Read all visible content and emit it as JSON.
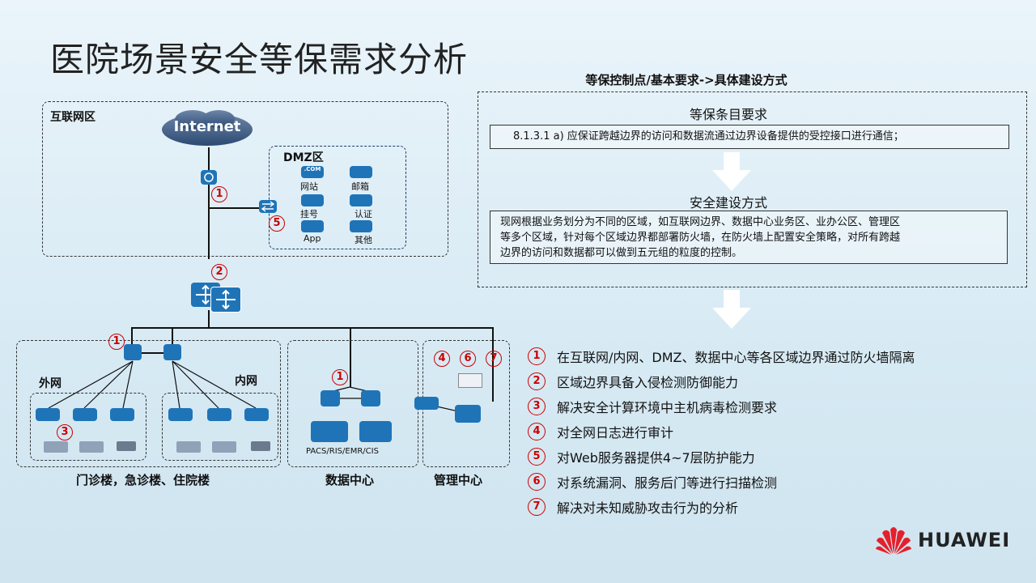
{
  "title": "医院场景安全等保需求分析",
  "diagram": {
    "internet_zone": "互联网区",
    "internet_cloud": "Internet",
    "dmz": {
      "label": "DMZ区",
      "items": [
        {
          "name": "网站",
          "tag": ".COM"
        },
        {
          "name": "邮箱"
        },
        {
          "name": "挂号"
        },
        {
          "name": "认证"
        },
        {
          "name": "App"
        },
        {
          "name": "其他"
        }
      ]
    },
    "outpatient": {
      "outer": "外网",
      "inner": "内网",
      "caption": "门诊楼，急诊楼、住院楼"
    },
    "datacenter": {
      "caption": "数据中心",
      "systems": "PACS/RIS/EMR/CIS"
    },
    "management": {
      "caption": "管理中心"
    },
    "markers": [
      "1",
      "2",
      "3",
      "4",
      "5",
      "6",
      "7"
    ]
  },
  "control": {
    "title": "等保控制点/基本要求->具体建设方式",
    "clause_heading": "等保条目要求",
    "clause_text": "8.1.3.1 a) 应保证跨越边界的访问和数据流通过边界设备提供的受控接口进行通信；",
    "build_heading": "安全建设方式",
    "build_text_lines": [
      "现网根据业务划分为不同的区域，如互联网边界、数据中心业务区、业办公区、管理区",
      "等多个区域，针对每个区域边界都部署防火墙，在防火墙上配置安全策略，对所有跨越",
      "边界的访问和数据都可以做到五元组的粒度的控制。"
    ]
  },
  "requirements": [
    {
      "num": "1",
      "text": "在互联网/内网、DMZ、数据中心等各区域边界通过防火墙隔离"
    },
    {
      "num": "2",
      "text": "区域边界具备入侵检测防御能力"
    },
    {
      "num": "3",
      "text": "解决安全计算环境中主机病毒检测要求"
    },
    {
      "num": "4",
      "text": "对全网日志进行审计"
    },
    {
      "num": "5",
      "text": "对Web服务器提供4~7层防护能力"
    },
    {
      "num": "6",
      "text": "对系统漏洞、服务后门等进行扫描检测"
    },
    {
      "num": "7",
      "text": "解决对未知威胁攻击行为的分析"
    }
  ],
  "brand": "HUAWEI",
  "colors": {
    "accent_red": "#cc0000",
    "device_blue": "#1f74b8"
  }
}
